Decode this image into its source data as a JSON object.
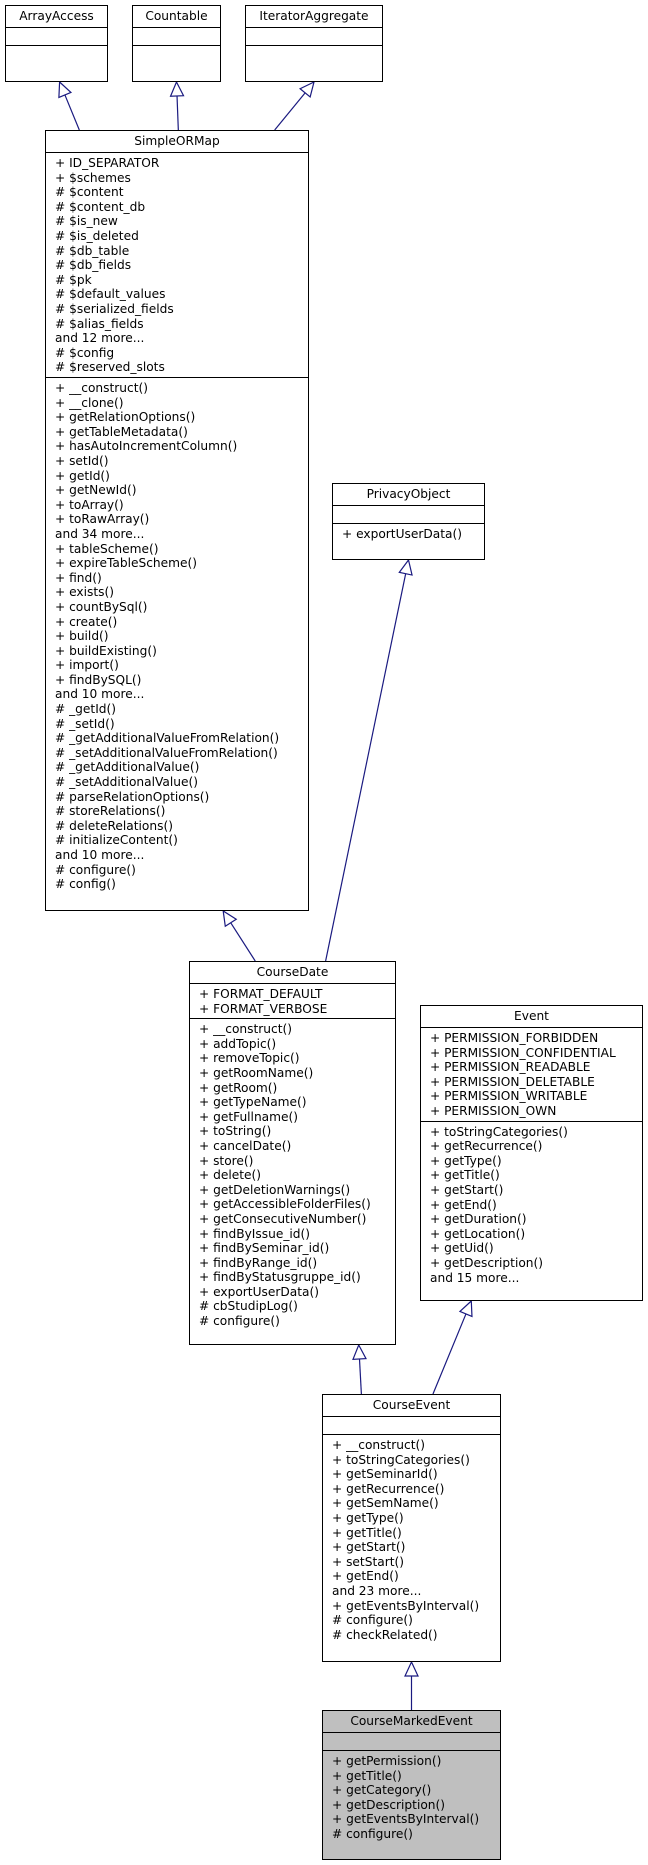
{
  "colors": {
    "edge": "#1a1a80",
    "highlight_fill": "#bfbfbf",
    "box_border": "#000000"
  },
  "classes": {
    "array_access": {
      "name": "ArrayAccess",
      "attributes": [],
      "methods": []
    },
    "countable": {
      "name": "Countable",
      "attributes": [],
      "methods": []
    },
    "iterator_aggregate": {
      "name": "IteratorAggregate",
      "attributes": [],
      "methods": []
    },
    "simple_orm_map": {
      "name": "SimpleORMap",
      "attributes": [
        "+ ID_SEPARATOR",
        "+ $schemes",
        "# $content",
        "# $content_db",
        "# $is_new",
        "# $is_deleted",
        "# $db_table",
        "# $db_fields",
        "# $pk",
        "# $default_values",
        "# $serialized_fields",
        "# $alias_fields",
        "and 12 more...",
        "# $config",
        "# $reserved_slots"
      ],
      "methods": [
        "+ __construct()",
        "+ __clone()",
        "+ getRelationOptions()",
        "+ getTableMetadata()",
        "+ hasAutoIncrementColumn()",
        "+ setId()",
        "+ getId()",
        "+ getNewId()",
        "+ toArray()",
        "+ toRawArray()",
        "and 34 more...",
        "+ tableScheme()",
        "+ expireTableScheme()",
        "+ find()",
        "+ exists()",
        "+ countBySql()",
        "+ create()",
        "+ build()",
        "+ buildExisting()",
        "+ import()",
        "+ findBySQL()",
        "and 10 more...",
        "# _getId()",
        "# _setId()",
        "# _getAdditionalValueFromRelation()",
        "# _setAdditionalValueFromRelation()",
        "# _getAdditionalValue()",
        "# _setAdditionalValue()",
        "# parseRelationOptions()",
        "# storeRelations()",
        "# deleteRelations()",
        "# initializeContent()",
        "and 10 more...",
        "# configure()",
        "# config()"
      ]
    },
    "privacy_object": {
      "name": "PrivacyObject",
      "attributes": [],
      "methods": [
        "+ exportUserData()"
      ]
    },
    "course_date": {
      "name": "CourseDate",
      "attributes": [
        "+ FORMAT_DEFAULT",
        "+ FORMAT_VERBOSE"
      ],
      "methods": [
        "+ __construct()",
        "+ addTopic()",
        "+ removeTopic()",
        "+ getRoomName()",
        "+ getRoom()",
        "+ getTypeName()",
        "+ getFullname()",
        "+ toString()",
        "+ cancelDate()",
        "+ store()",
        "+ delete()",
        "+ getDeletionWarnings()",
        "+ getAccessibleFolderFiles()",
        "+ getConsecutiveNumber()",
        "+ findByIssue_id()",
        "+ findBySeminar_id()",
        "+ findByRange_id()",
        "+ findByStatusgruppe_id()",
        "+ exportUserData()",
        "# cbStudipLog()",
        "# configure()"
      ]
    },
    "event": {
      "name": "Event",
      "attributes": [
        "+ PERMISSION_FORBIDDEN",
        "+ PERMISSION_CONFIDENTIAL",
        "+ PERMISSION_READABLE",
        "+ PERMISSION_DELETABLE",
        "+ PERMISSION_WRITABLE",
        "+ PERMISSION_OWN"
      ],
      "methods": [
        "+ toStringCategories()",
        "+ getRecurrence()",
        "+ getType()",
        "+ getTitle()",
        "+ getStart()",
        "+ getEnd()",
        "+ getDuration()",
        "+ getLocation()",
        "+ getUid()",
        "+ getDescription()",
        "and 15 more..."
      ]
    },
    "course_event": {
      "name": "CourseEvent",
      "attributes": [],
      "methods": [
        "+ __construct()",
        "+ toStringCategories()",
        "+ getSeminarId()",
        "+ getRecurrence()",
        "+ getSemName()",
        "+ getType()",
        "+ getTitle()",
        "+ getStart()",
        "+ setStart()",
        "+ getEnd()",
        "and 23 more...",
        "+ getEventsByInterval()",
        "# configure()",
        "# checkRelated()"
      ]
    },
    "course_marked_event": {
      "name": "CourseMarkedEvent",
      "attributes": [],
      "methods": [
        "+ getPermission()",
        "+ getTitle()",
        "+ getCategory()",
        "+ getDescription()",
        "+ getEventsByInterval()",
        "# configure()"
      ]
    }
  },
  "inheritance": [
    {
      "from": "simple_orm_map",
      "to": "array_access"
    },
    {
      "from": "simple_orm_map",
      "to": "countable"
    },
    {
      "from": "simple_orm_map",
      "to": "iterator_aggregate"
    },
    {
      "from": "course_date",
      "to": "simple_orm_map"
    },
    {
      "from": "course_date",
      "to": "privacy_object"
    },
    {
      "from": "course_event",
      "to": "course_date"
    },
    {
      "from": "course_event",
      "to": "event"
    },
    {
      "from": "course_marked_event",
      "to": "course_event"
    }
  ]
}
